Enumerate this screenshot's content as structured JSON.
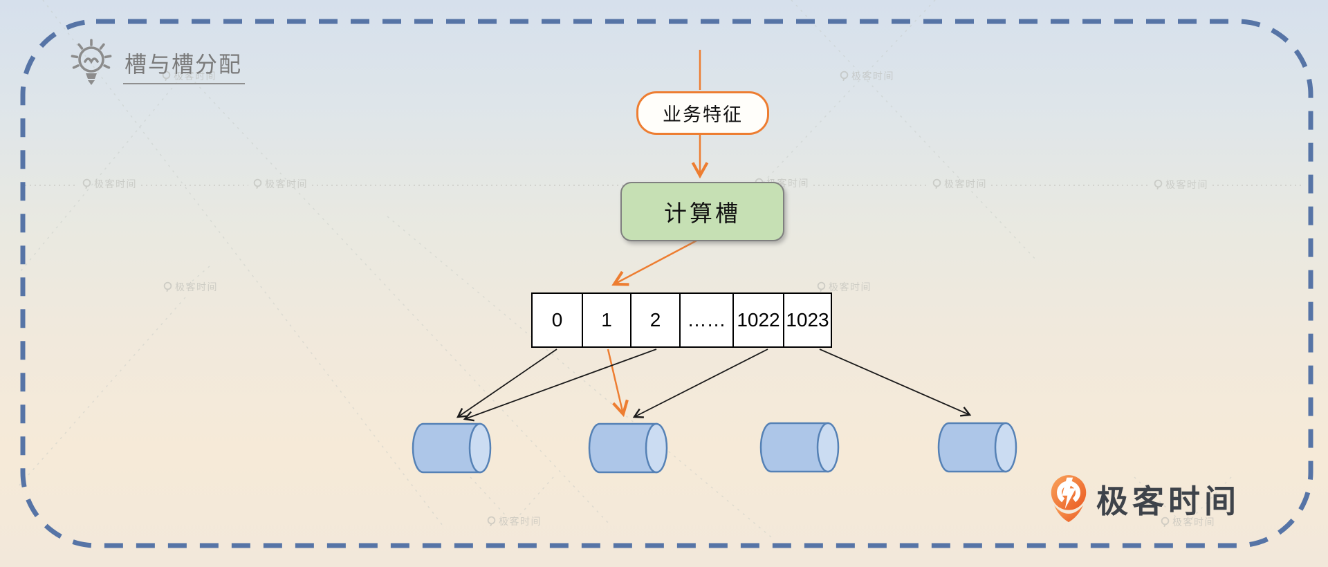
{
  "header": {
    "title": "槽与槽分配"
  },
  "diagram": {
    "input_pill": {
      "label": "业务特征"
    },
    "compute_box": {
      "label": "计算槽"
    },
    "slot_cells": [
      "0",
      "1",
      "2",
      "……",
      "1022",
      "1023"
    ],
    "storage_nodes": 4
  },
  "branding": {
    "logo_text": "极客时间",
    "watermark_text": "极客时间"
  },
  "colors": {
    "accent_orange": "#ED7D31",
    "compute_box_fill": "#C6E0B4",
    "compute_box_border": "#7F7F7F",
    "slot_cell_border": "#000000",
    "cylinder_fill": "#ADC6E8",
    "cylinder_cap_fill": "#CBDCF2",
    "cylinder_border": "#5581B5",
    "frame_dash_blue": "#5674A6",
    "logo_orange": "#EA5A22",
    "title_gray": "#7A7A7A"
  }
}
